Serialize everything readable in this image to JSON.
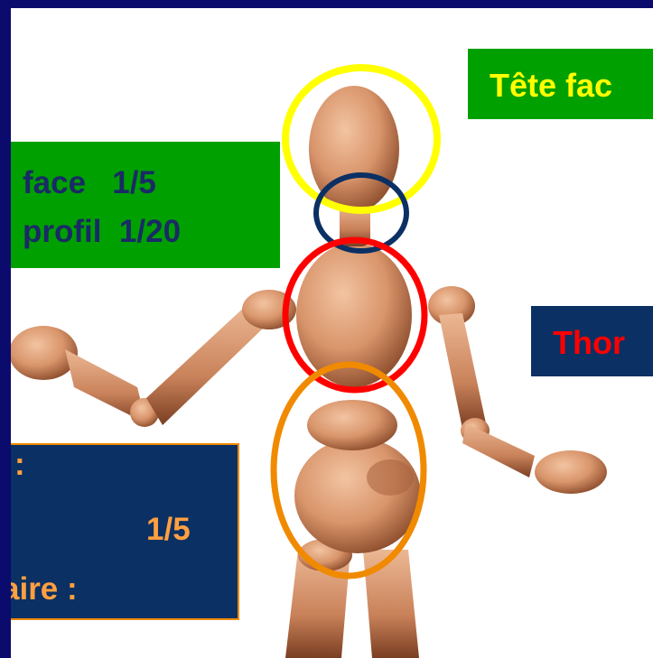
{
  "labels": {
    "tete": "Tête fac",
    "face_line1": "face   1/5",
    "face_line2": "profil  1/20",
    "thorax": "Thor",
    "abdomen_line1": ":",
    "abdomen_line2": "1/5",
    "abdomen_line3": "aire :"
  },
  "colors": {
    "frame": "#0b0b6e",
    "green_box": "#00a000",
    "navy_box": "#0b3064",
    "head_ring": "#ffff00",
    "neck_ring": "#0b3064",
    "thorax_ring": "#ff0000",
    "abdomen_ring": "#f08a00",
    "skin": "#d9956b"
  }
}
